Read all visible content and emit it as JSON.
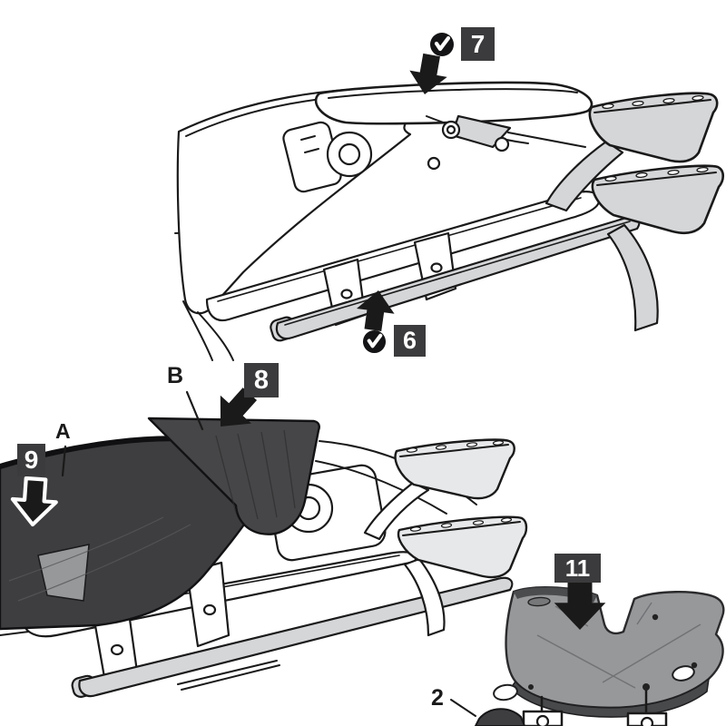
{
  "diagram": {
    "kind": "motorcycle luggage rack mounting instructions",
    "background": "#ffffff"
  },
  "colors": {
    "ink": "#1a1a1a",
    "badge-bg": "#3b3b3d",
    "badge-text": "#ffffff",
    "light-fill": "#d5d6d8",
    "lighter-fill": "#e7e8e9",
    "dark-fill": "#3e3e40",
    "dark-fill-b": "#464648",
    "plate-fill": "#97989a",
    "plate-rim": "#48494b"
  },
  "steps": [
    {
      "number": "7",
      "checked": true,
      "arrow_direction": "down"
    },
    {
      "number": "6",
      "checked": true,
      "arrow_direction": "up"
    },
    {
      "number": "8",
      "checked": false,
      "arrow_direction": "down-left"
    },
    {
      "number": "9",
      "checked": false,
      "arrow_direction": "down"
    },
    {
      "number": "11",
      "checked": false,
      "arrow_direction": "down"
    }
  ],
  "part_labels": [
    {
      "text": "A"
    },
    {
      "text": "B"
    },
    {
      "text": "2"
    }
  ],
  "icons": {
    "check": "white check in black circle",
    "arrow": "solid black block arrow"
  }
}
